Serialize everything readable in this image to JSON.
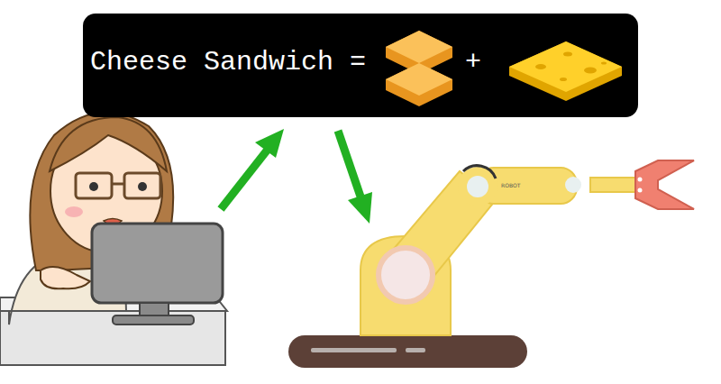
{
  "diagram": {
    "nodes": [
      {
        "text": [
          "Cheese Sandwich =",
          "+"
        ]
      }
    ],
    "labels": [
      "ROBOT"
    ]
  }
}
